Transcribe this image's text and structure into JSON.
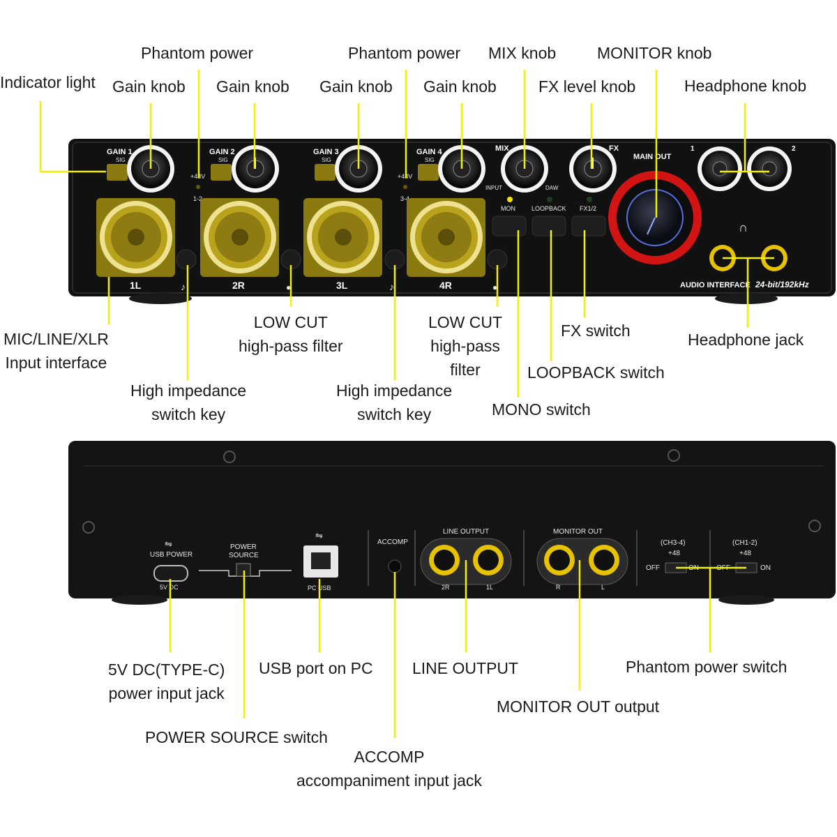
{
  "colors": {
    "leader": "#f3f000",
    "device": "#111111",
    "highlight": "#8a7a10",
    "ring": "#d21414",
    "jack": "#e6c200"
  },
  "front_panel": {
    "channel_labels": [
      "GAIN 1",
      "GAIN 2",
      "GAIN 3",
      "GAIN 4"
    ],
    "sig_label": "SIG",
    "phantom_labels": [
      "+48V",
      "+48V"
    ],
    "phantom_pair_labels": [
      "1-2",
      "3-4"
    ],
    "input_labels": [
      "1L",
      "2R",
      "3L",
      "4R"
    ],
    "mix_label": "MIX",
    "mix_input": "INPUT",
    "mix_daw": "DAW",
    "fx_label": "FX",
    "main_out": "MAIN OUT",
    "headphone_numbers": [
      "1",
      "2"
    ],
    "switch_labels": [
      "MON",
      "LOOPBACK",
      "FX1/2"
    ],
    "brand_text": "AUDIO INTERFACE",
    "spec_text": "24-bit/192kHz",
    "icons": [
      "guitar-icon",
      "microphone-icon",
      "headphones-icon"
    ]
  },
  "rear_panel": {
    "usb_power": "USB POWER",
    "usb_power_sub": "5V DC",
    "power_source": [
      "POWER",
      "SOURCE"
    ],
    "pc_usb": "PC USB",
    "accomp": "ACCOMP",
    "line_output": "LINE OUTPUT",
    "line_output_ports": [
      "2R",
      "1L"
    ],
    "monitor_out": "MONITOR OUT",
    "monitor_out_ports": [
      "R",
      "L"
    ],
    "phantom_groups": [
      "(CH3-4)",
      "(CH1-2)"
    ],
    "phantom_value": "+48",
    "off_label": "OFF",
    "on_label": "ON",
    "icons": [
      "usb-icon"
    ]
  },
  "callouts": {
    "indicator_light": "Indicator light",
    "phantom_power_1": "Phantom power",
    "phantom_power_2": "Phantom power",
    "gain_knob_1": "Gain knob",
    "gain_knob_2": "Gain knob",
    "gain_knob_3": "Gain knob",
    "gain_knob_4": "Gain knob",
    "mix_knob": "MIX knob",
    "monitor_knob": "MONITOR knob",
    "fx_level_knob": "FX level knob",
    "headphone_knob": "Headphone knob",
    "mic_line_xlr": [
      "MIC/LINE/XLR",
      "Input interface"
    ],
    "high_impedance_1": [
      "High impedance",
      "switch key"
    ],
    "low_cut_1": [
      "LOW CUT",
      "high-pass filter"
    ],
    "high_impedance_2": [
      "High impedance",
      "switch key"
    ],
    "low_cut_2": [
      "LOW CUT",
      "high-pass",
      "filter"
    ],
    "mono_switch": "MONO switch",
    "loopback_switch": "LOOPBACK switch",
    "fx_switch": "FX switch",
    "headphone_jack": "Headphone jack",
    "dc_input": [
      "5V DC(TYPE-C)",
      "power input jack"
    ],
    "usb_port": "USB port on PC",
    "power_source_switch": "POWER SOURCE switch",
    "line_output": "LINE OUTPUT",
    "accomp": [
      "ACCOMP",
      "accompaniment input jack"
    ],
    "monitor_out_output": "MONITOR OUT output",
    "phantom_power_switch": "Phantom power switch"
  }
}
